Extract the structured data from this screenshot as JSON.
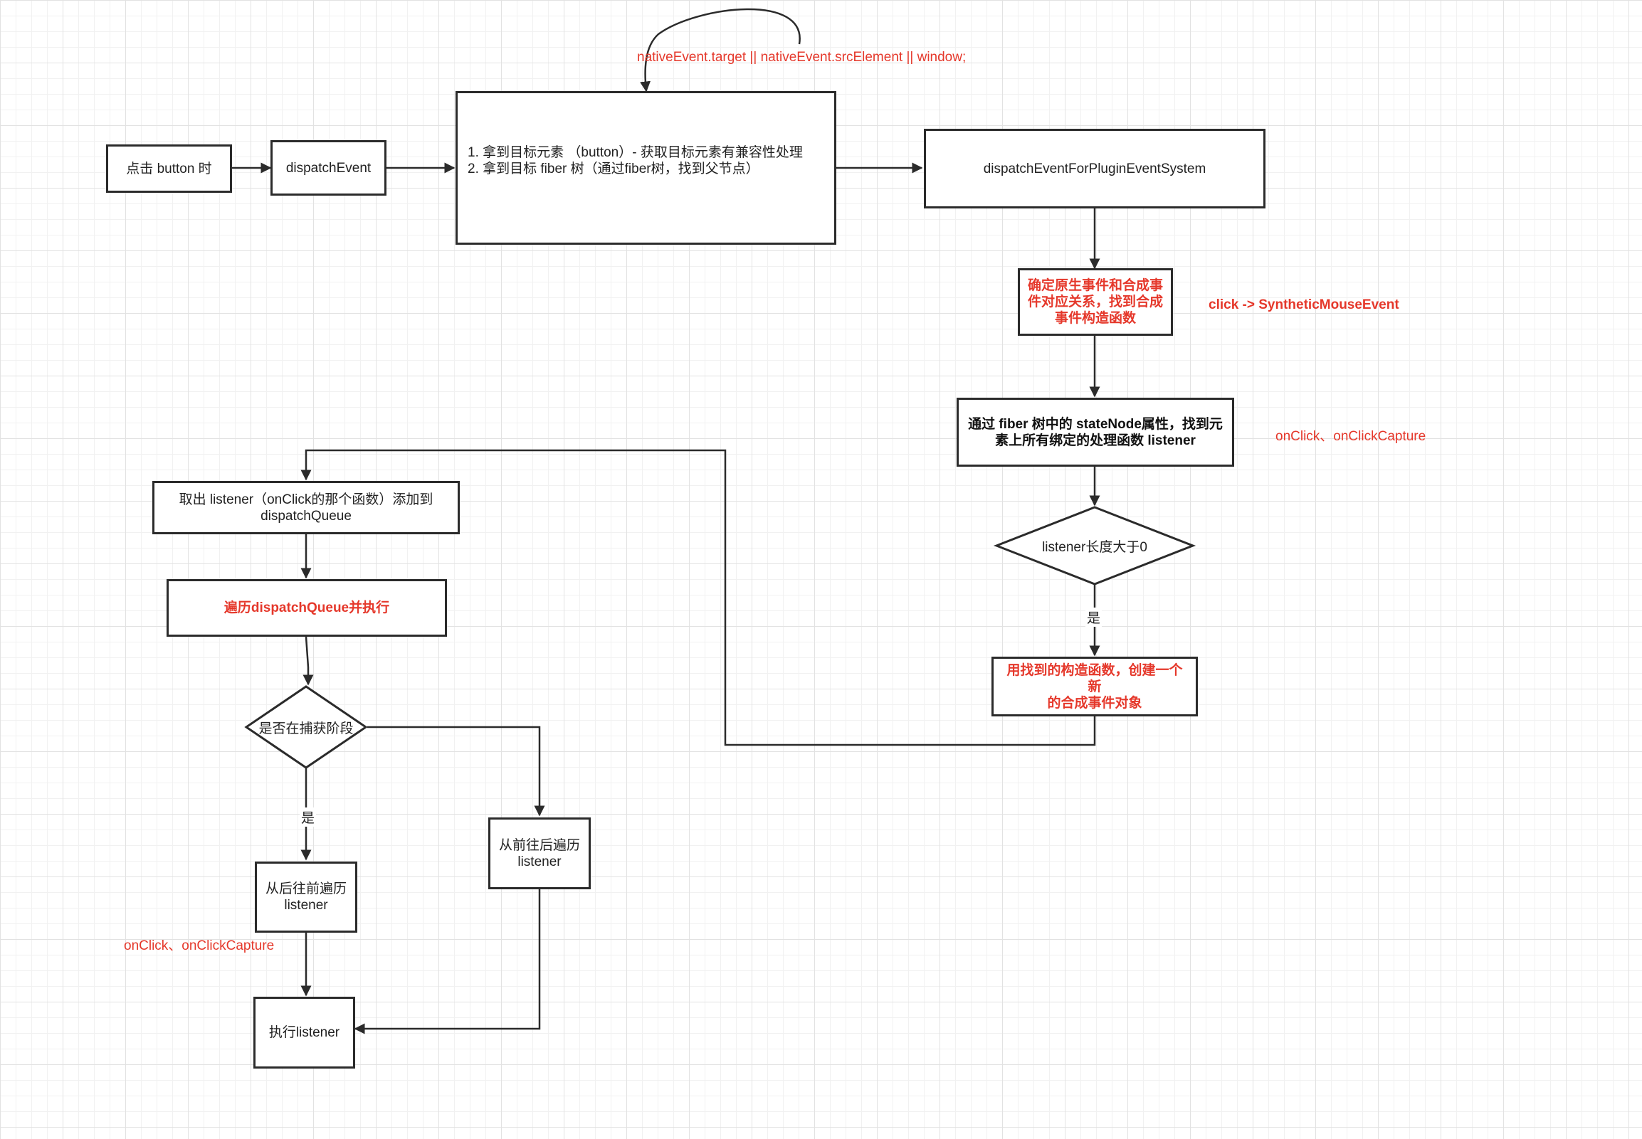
{
  "nodes": {
    "click_button": "点击 button 时",
    "dispatch_event": "dispatchEvent",
    "get_target": "1. 拿到目标元素 （button）- 获取目标元素有兼容性处理\n2. 拿到目标 fiber 树（通过fiber树，找到父节点）",
    "plugin_system": "dispatchEventForPluginEventSystem",
    "determine_mapping": "确定原生事件和合成事\n件对应关系，找到合成\n事件构造函数",
    "find_listeners": "通过 fiber 树中的 stateNode属性，找到元\n素上所有绑定的处理函数 listener",
    "listener_length_check": "listener长度大于0",
    "create_synthetic_event": "用找到的构造函数，创建一个新\n的合成事件对象",
    "add_to_queue": "取出 listener（onClick的那个函数）添加到\ndispatchQueue",
    "traverse_queue": "遍历dispatchQueue并执行",
    "capture_phase_check": "是否在捕获阶段",
    "back_to_front": "从后往前遍历\nlistener",
    "front_to_back": "从前往后遍历\nlistener",
    "execute_listener": "执行listener"
  },
  "edge_labels": {
    "yes_length": "是",
    "yes_capture": "是"
  },
  "notes": {
    "native_target": "nativeEvent.target || nativeEvent.srcElement || window;",
    "synthetic_mouse": "click -> SyntheticMouseEvent",
    "onclick_right": "onClick、onClickCapture",
    "onclick_left": "onClick、onClickCapture"
  },
  "colors": {
    "accent_red": "#e5382b",
    "stroke": "#2b2b2b"
  }
}
